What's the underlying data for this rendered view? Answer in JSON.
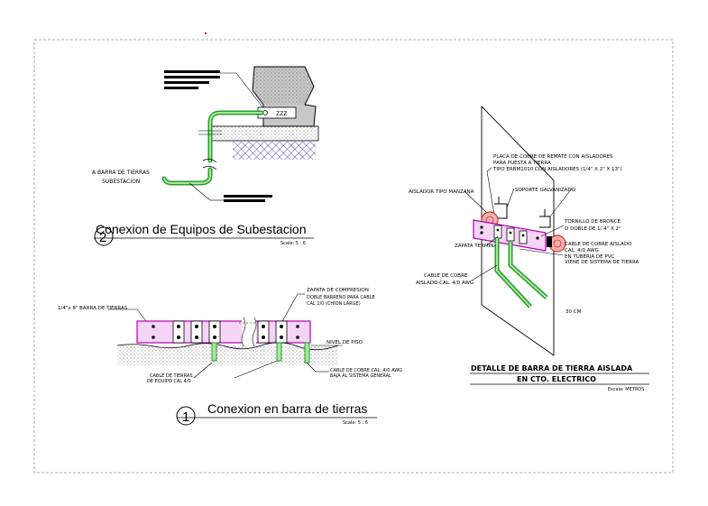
{
  "drawing": {
    "detail_2": {
      "number": "2",
      "title": "Conexion de Equipos de Subestacion",
      "scale": "Scale: 5 : 6",
      "label_bus": "A BARRA DE TIERRAS",
      "label_bus_2": "SUBESTACION"
    },
    "detail_1": {
      "number": "1",
      "title": "Conexion en barra de tierras",
      "scale": "Scale: 5 : 6",
      "label_bar": "1/4\"x 8\" BARRA DE TIERRAS",
      "label_lug_1": "ZAPATA DE COMPRESION",
      "label_lug_2": "DOBLE BARRENO PARA CABLE",
      "label_lug_3": "CAL 2/0 (CHION LARGE)",
      "label_floor": "NIVEL DE PISO",
      "label_cable_a1": "CABLE DE TIERRAS",
      "label_cable_a2": "DE EQUIPO CAL 4/0",
      "label_cable_b1": "CABLE DE COBRE CAL. 4/0 AWG",
      "label_cable_b2": "BAJA AL SISTEMA GENERAL"
    },
    "detail_3": {
      "label_plate_1": "PLACA DE COBRE DE REMATE CON AISLADORES",
      "label_plate_2": "PARA PUESTA A TIERRA",
      "label_plate_3": "TIPO ERBM1010 CON AISLADORES (1/4\" X 2\" X 13\")",
      "label_support": "SOPORTE GALVANIZADO",
      "label_insulator": "AISLADOR TIPO MANZANA",
      "label_bolt_1": "TORNILLO DE BRONCE",
      "label_bolt_2": "O DOBLE DE 1/ 4\" X 2\"",
      "label_lug": "ZAPATA TERMINAL",
      "label_insulated_1": "CABLE DE COBRE AISLADO",
      "label_insulated_2": "CAL. 4/0 AWG",
      "label_insulated_3": "EN TUBERIA DE PVC",
      "label_insulated_4": "VIENE DE SISTEMA DE TIERRA",
      "label_copper_1": "CABLE DE COBRE",
      "label_copper_2": "AISLADO CAL. 4/0 AWG",
      "label_height": "30 CM",
      "title_1": "DETALLE DE BARRA DE TIERRA AISLADA",
      "title_2": "EN CTO. ELECTRICO",
      "scale": "Escala: METROS"
    }
  },
  "colors": {
    "cable": "#2e9e2e",
    "cable_light": "#a8e8a0",
    "bar_outline": "#b000b0",
    "bar_fill": "#f6d4f6",
    "insulator": "#d03030",
    "hatch": "#3030c0",
    "border": "#999999"
  }
}
